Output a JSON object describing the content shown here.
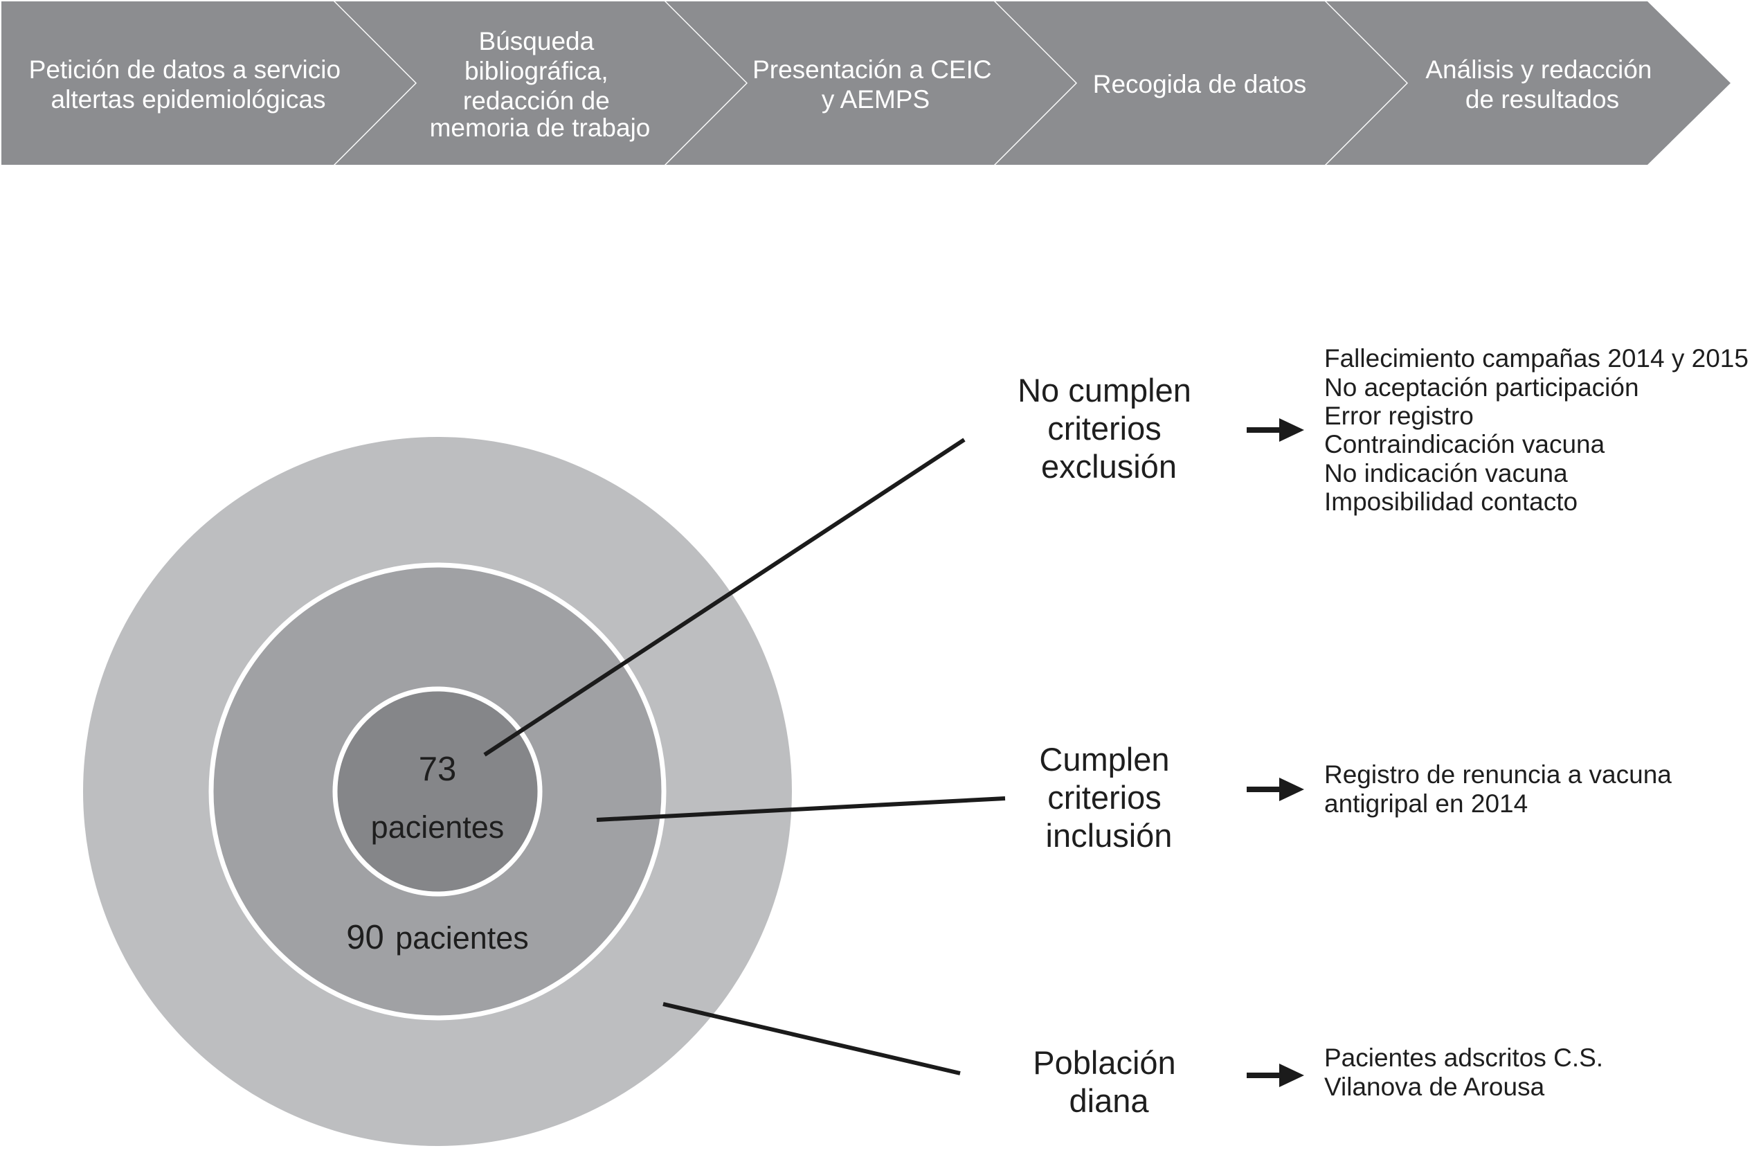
{
  "process": {
    "steps": [
      {
        "lines": [
          "Petición de datos a servicio",
          "altertas epidemiológicas"
        ]
      },
      {
        "lines": [
          "Búsqueda",
          "bibliográfica,",
          "redacción de",
          "memoria de trabajo"
        ]
      },
      {
        "lines": [
          "Presentación a CEIC",
          "y AEMPS"
        ]
      },
      {
        "lines": [
          "Recogida de datos"
        ]
      },
      {
        "lines": [
          "Análisis y redacción",
          "de resultados"
        ]
      }
    ]
  },
  "circles": {
    "inner": {
      "number": "73",
      "unit": "pacientes"
    },
    "middle": {
      "number": "90",
      "unit": "pacientes"
    }
  },
  "groups": [
    {
      "label": [
        "No cumplen",
        "criterios",
        "exclusión"
      ],
      "details": [
        "Fallecimiento campañas 2014 y 2015",
        "No aceptación participación",
        "Error registro",
        "Contraindicación vacuna",
        "No indicación vacuna",
        "Imposibilidad contacto"
      ]
    },
    {
      "label": [
        "Cumplen",
        "criterios",
        "inclusión"
      ],
      "details": [
        "Registro de renuncia a vacuna",
        "antigripal en 2014"
      ]
    },
    {
      "label": [
        "Población",
        "diana"
      ],
      "details": [
        "Pacientes adscritos C.S.",
        "Vilanova de Arousa"
      ]
    }
  ],
  "colors": {
    "chevron": "#8c8d90",
    "outer_ring": "#bdbec0",
    "middle_ring": "#a0a1a4",
    "inner_circle": "#858689",
    "separator": "#ffffff",
    "line": "#1b1b1b"
  }
}
